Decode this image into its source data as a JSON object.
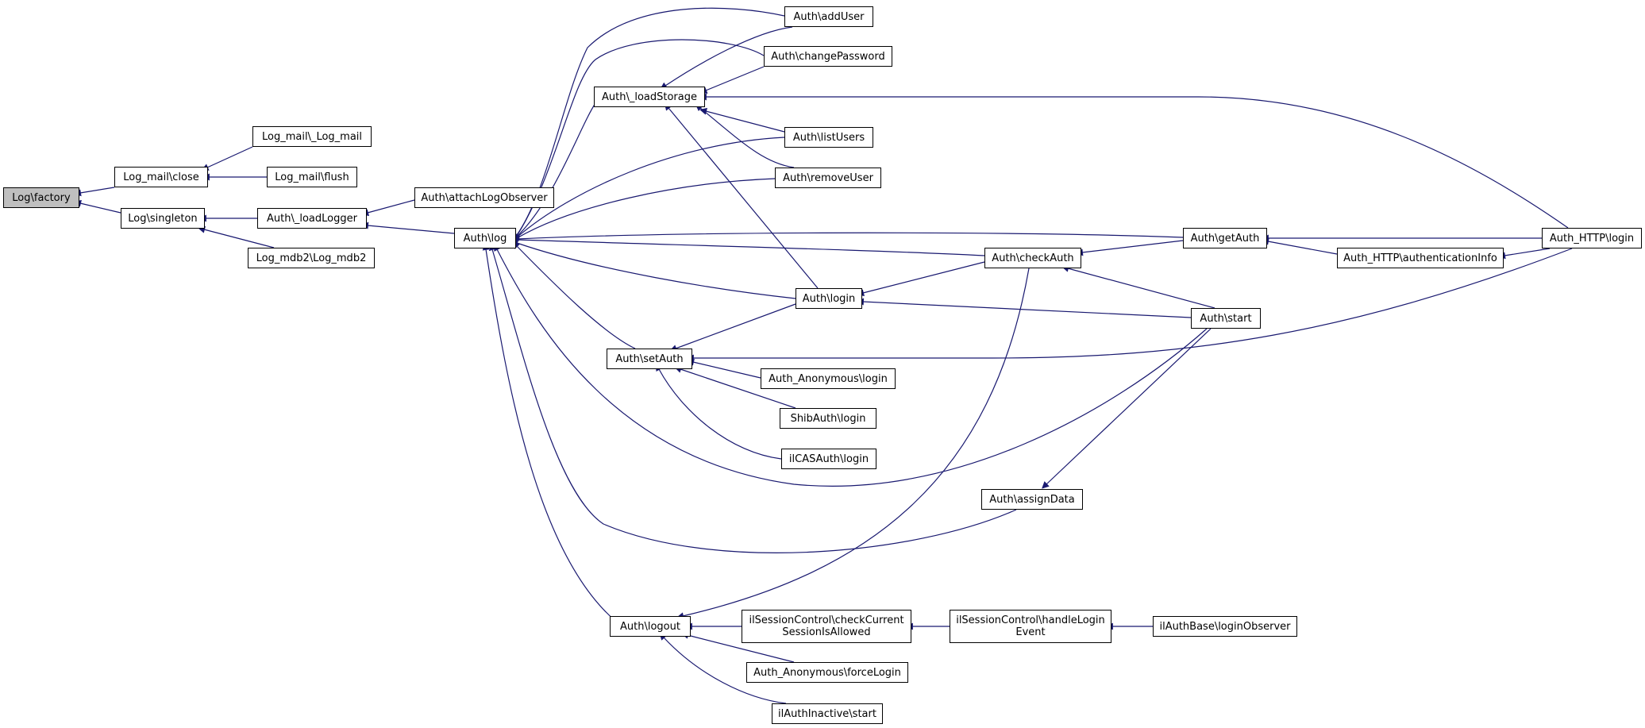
{
  "diagram": {
    "edge_color": "#191970",
    "root_fill": "#bfbfbf",
    "nodes": {
      "log_factory": "Log\\factory",
      "log_mail_close": "Log_mail\\close",
      "log_singleton": "Log\\singleton",
      "log_mail_log_mail": "Log_mail\\_Log_mail",
      "log_mail_flush": "Log_mail\\flush",
      "auth_load_logger": "Auth\\_loadLogger",
      "log_mdb2": "Log_mdb2\\Log_mdb2",
      "auth_attach_log_observer": "Auth\\attachLogObserver",
      "auth_log": "Auth\\log",
      "auth_load_storage": "Auth\\_loadStorage",
      "auth_add_user": "Auth\\addUser",
      "auth_change_password": "Auth\\changePassword",
      "auth_list_users": "Auth\\listUsers",
      "auth_remove_user": "Auth\\removeUser",
      "auth_get_auth": "Auth\\getAuth",
      "auth_http_login": "Auth_HTTP\\login",
      "auth_check_auth": "Auth\\checkAuth",
      "auth_http_authentication_info": "Auth_HTTP\\authenticationInfo",
      "auth_login": "Auth\\login",
      "auth_start": "Auth\\start",
      "auth_set_auth": "Auth\\setAuth",
      "auth_anonymous_login": "Auth_Anonymous\\login",
      "shib_auth_login": "ShibAuth\\login",
      "il_cas_auth_login": "ilCASAuth\\login",
      "auth_assign_data": "Auth\\assignData",
      "auth_logout": "Auth\\logout",
      "il_session_check_line1": "ilSessionControl\\checkCurrent",
      "il_session_check_line2": "SessionIsAllowed",
      "il_session_handle_line1": "ilSessionControl\\handleLogin",
      "il_session_handle_line2": "Event",
      "il_auth_base_login_observer": "ilAuthBase\\loginObserver",
      "auth_anonymous_force_login": "Auth_Anonymous\\forceLogin",
      "il_auth_inactive_start": "ilAuthInactive\\start"
    }
  }
}
